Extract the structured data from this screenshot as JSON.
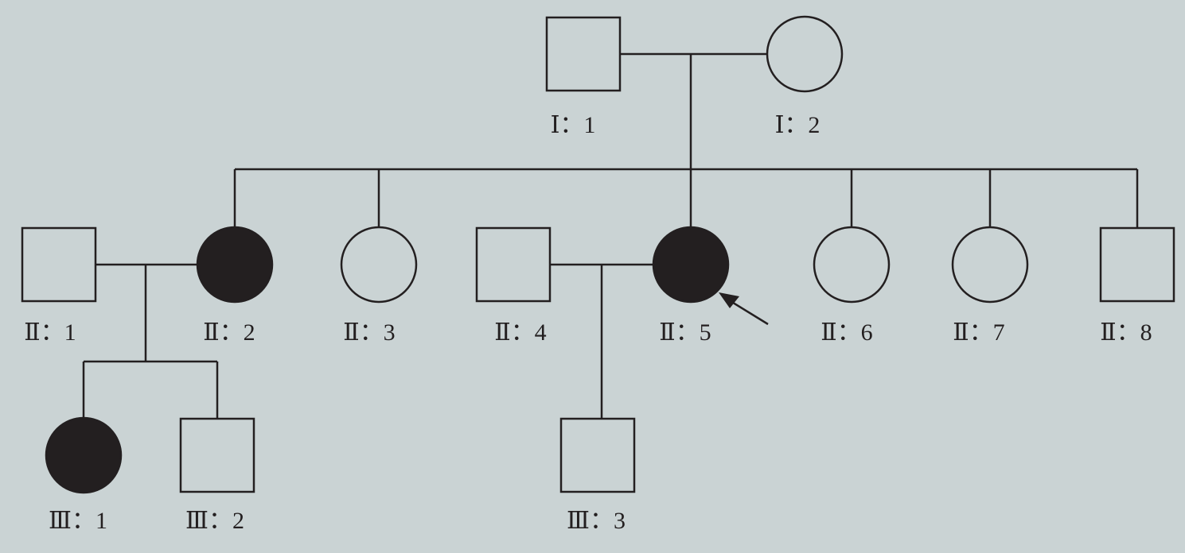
{
  "colors": {
    "background": "#cad3d4",
    "ink": "#231f20"
  },
  "individuals": [
    {
      "id": "I1",
      "label": "Ⅰ：1",
      "sex": "male",
      "affected": false
    },
    {
      "id": "I2",
      "label": "Ⅰ：2",
      "sex": "female",
      "affected": false
    },
    {
      "id": "II1",
      "label": "Ⅱ：1",
      "sex": "male",
      "affected": false
    },
    {
      "id": "II2",
      "label": "Ⅱ：2",
      "sex": "female",
      "affected": true
    },
    {
      "id": "II3",
      "label": "Ⅱ：3",
      "sex": "female",
      "affected": false
    },
    {
      "id": "II4",
      "label": "Ⅱ：4",
      "sex": "male",
      "affected": false
    },
    {
      "id": "II5",
      "label": "Ⅱ：5",
      "sex": "female",
      "affected": true,
      "proband": true
    },
    {
      "id": "II6",
      "label": "Ⅱ：6",
      "sex": "female",
      "affected": false
    },
    {
      "id": "II7",
      "label": "Ⅱ：7",
      "sex": "female",
      "affected": false
    },
    {
      "id": "II8",
      "label": "Ⅱ：8",
      "sex": "male",
      "affected": false
    },
    {
      "id": "III1",
      "label": "Ⅲ：1",
      "sex": "female",
      "affected": true
    },
    {
      "id": "III2",
      "label": "Ⅲ：2",
      "sex": "male",
      "affected": false
    },
    {
      "id": "III3",
      "label": "Ⅲ：3",
      "sex": "male",
      "affected": false
    }
  ],
  "unions": [
    {
      "partners": [
        "I1",
        "I2"
      ],
      "children": [
        "II2",
        "II3",
        "II5",
        "II6",
        "II7",
        "II8"
      ]
    },
    {
      "partners": [
        "II1",
        "II2"
      ],
      "children": [
        "III1",
        "III2"
      ]
    },
    {
      "partners": [
        "II4",
        "II5"
      ],
      "children": [
        "III3"
      ]
    }
  ]
}
